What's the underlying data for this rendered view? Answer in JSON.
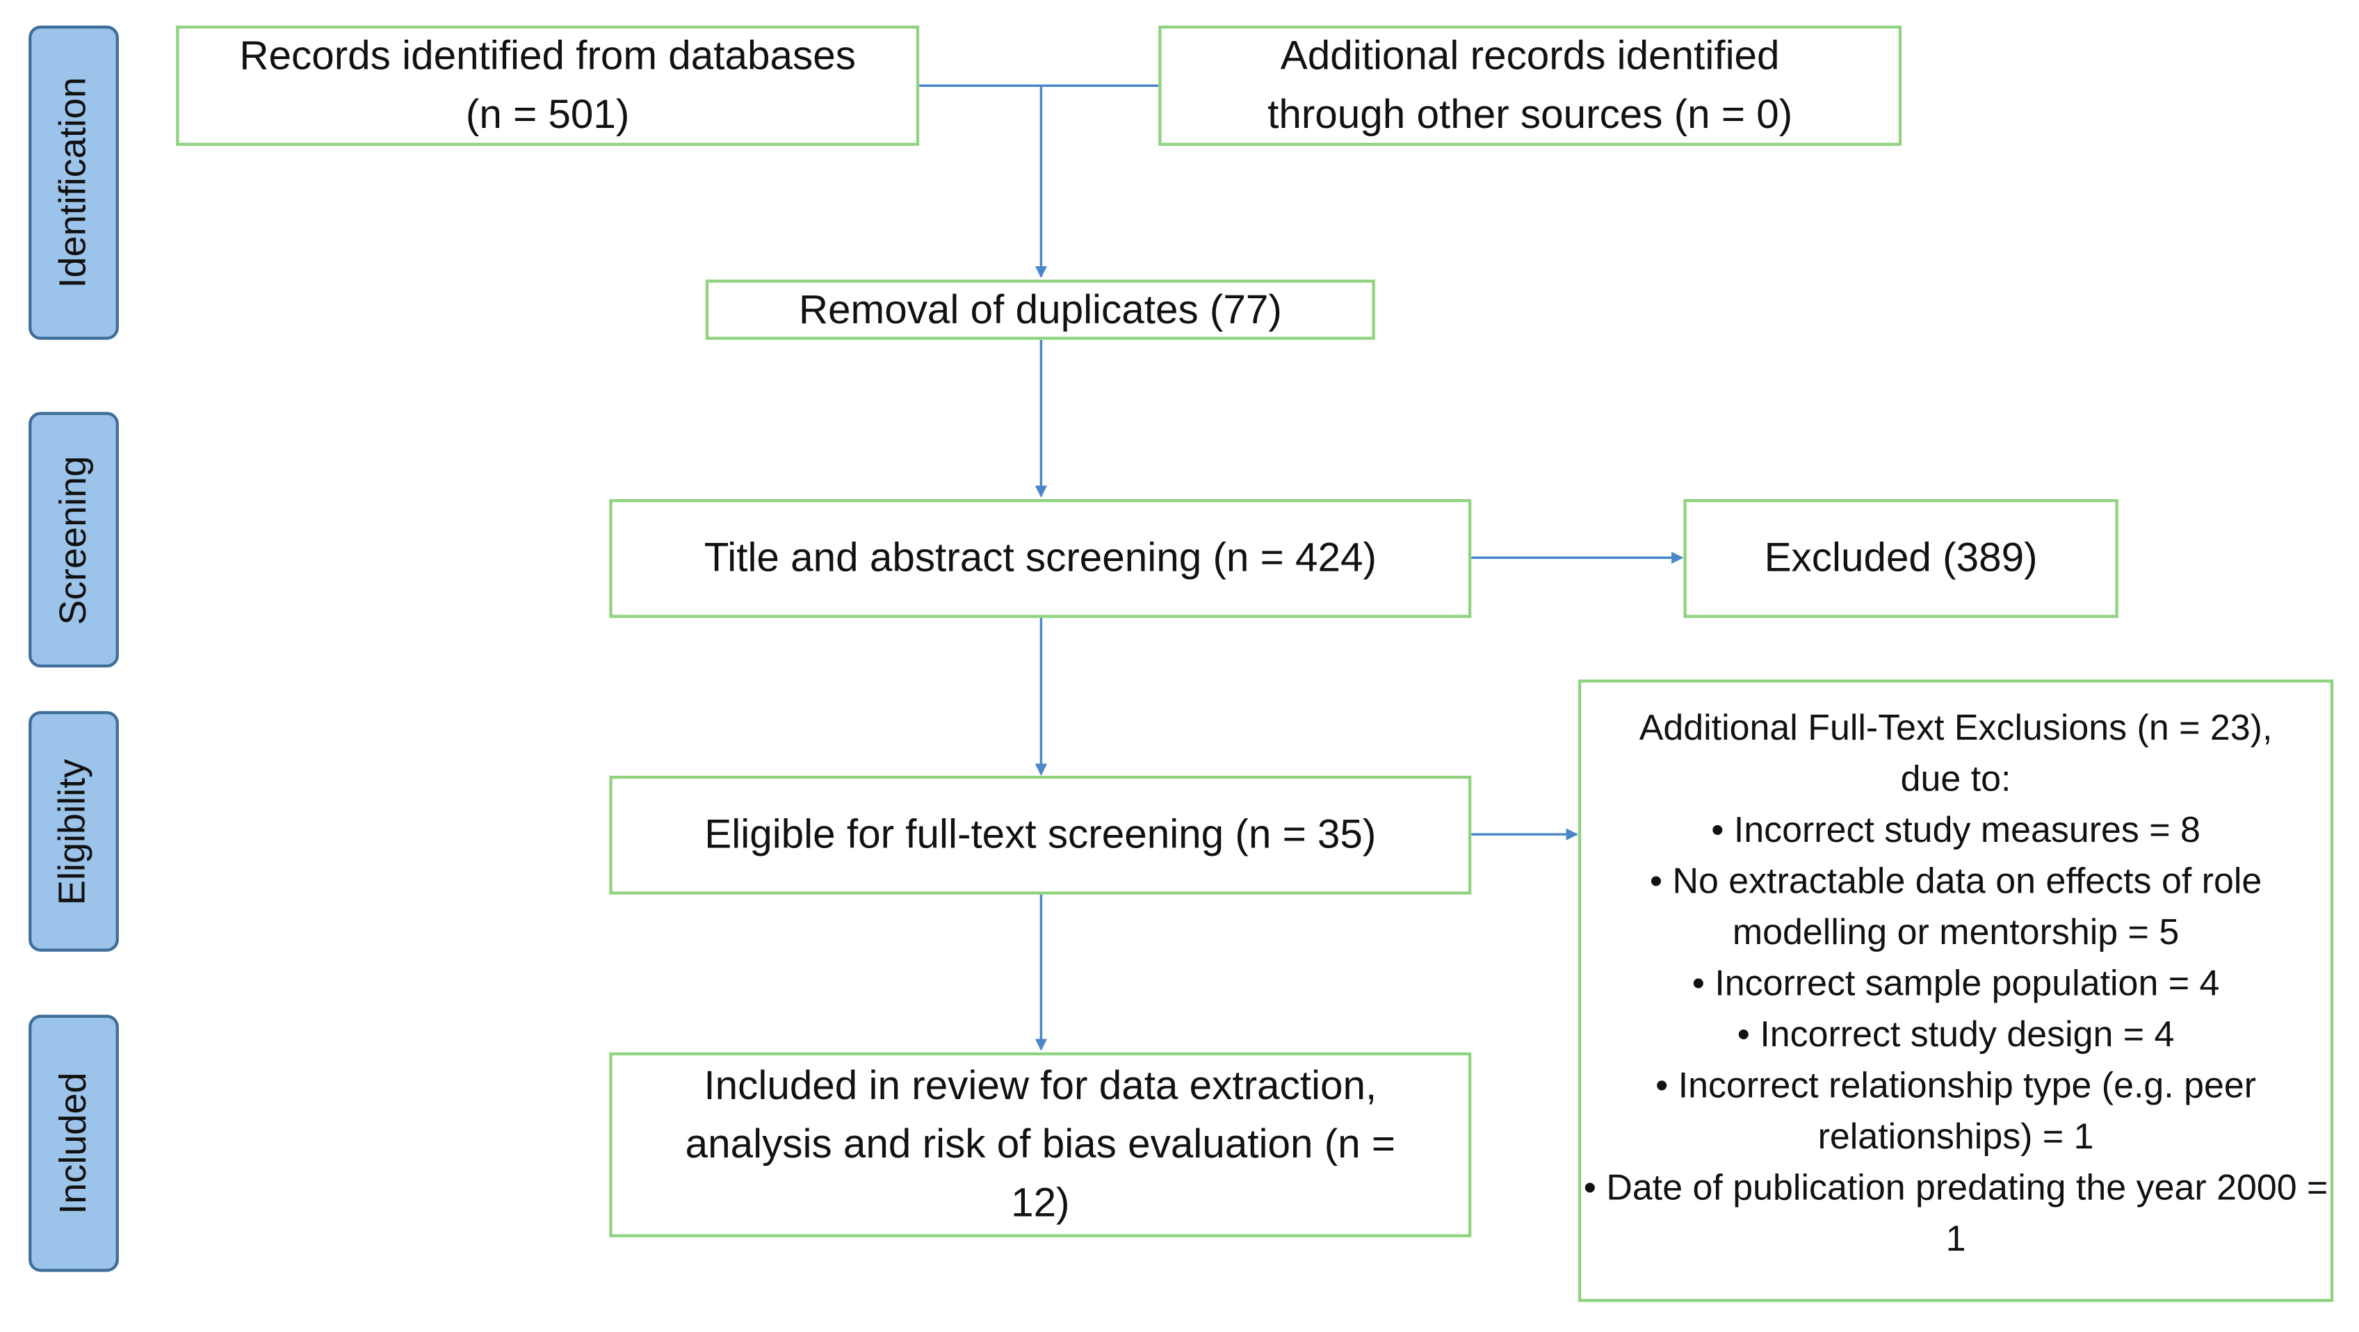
{
  "phases": {
    "identification": "Identification",
    "screening": "Screening",
    "eligibility": "Eligibility",
    "included": "Included"
  },
  "boxes": {
    "databases": {
      "line1": "Records identified from databases",
      "line2": "(n = 501)"
    },
    "other_sources": {
      "line1": "Additional records identified",
      "line2": "through other sources (n = 0)"
    },
    "duplicates": "Removal of duplicates (77)",
    "title_abstract": "Title and abstract screening (n = 424)",
    "excluded": "Excluded (389)",
    "eligible": "Eligible for full-text screening (n = 35)",
    "included": {
      "line1": "Included in review for data extraction,",
      "line2": "analysis and risk of bias evaluation (n =",
      "line3": "12)"
    }
  },
  "exclusions": {
    "header1": "Additional Full-Text Exclusions (n = 23),",
    "header2": "due to:",
    "items": [
      "Incorrect study measures = 8",
      "No extractable data on effects of role modelling or mentorship = 5",
      "Incorrect sample population = 4",
      "Incorrect study design = 4",
      "Incorrect relationship type (e.g. peer relationships) = 1",
      "Date of publication predating the year 2000 = 1"
    ]
  },
  "colors": {
    "box_border": "#8fd27f",
    "phase_fill": "#9cc4ea",
    "phase_border": "#3f6f99",
    "arrow": "#4a86c8"
  }
}
